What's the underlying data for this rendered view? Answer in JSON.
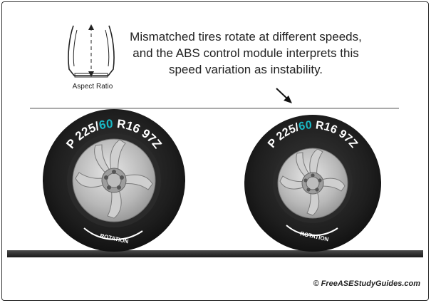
{
  "caption": {
    "line1": "Mismatched tires rotate at different speeds,",
    "line2": "and the ABS control module interprets this",
    "line3": "speed variation as instability."
  },
  "aspect_ratio_label": "Aspect Ratio",
  "tires": [
    {
      "prefix": "P 225/",
      "aspect": "60",
      "suffix": " R16 97Z",
      "rotation_text": "ROTATION"
    },
    {
      "prefix": "P 225/",
      "aspect": "60",
      "suffix": " R16 97Z",
      "rotation_text": "ROTATION"
    }
  ],
  "credit": "© FreeASEStudyGuides.com",
  "colors": {
    "highlight": "#19b8c4",
    "tire": "#1e1e1e",
    "road": "#2b2b2b",
    "wheel": "#b9b9b9"
  }
}
